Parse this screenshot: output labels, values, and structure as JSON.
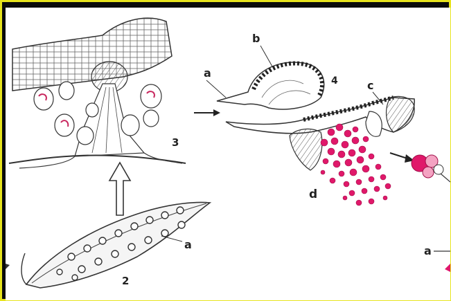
{
  "labels": {
    "fig2_number": "2",
    "fig2_a": "a",
    "fig3_number": "3",
    "fig4_number": "4",
    "fig4_a": "a",
    "fig4_b": "b",
    "fig4_c": "c",
    "fig4_d": "d",
    "right_edge_a": "a"
  },
  "colors": {
    "frame_border": "#e8e41c",
    "ink": "#2a2a2a",
    "spore_pink": "#e0186a",
    "background": "#ffffff"
  }
}
